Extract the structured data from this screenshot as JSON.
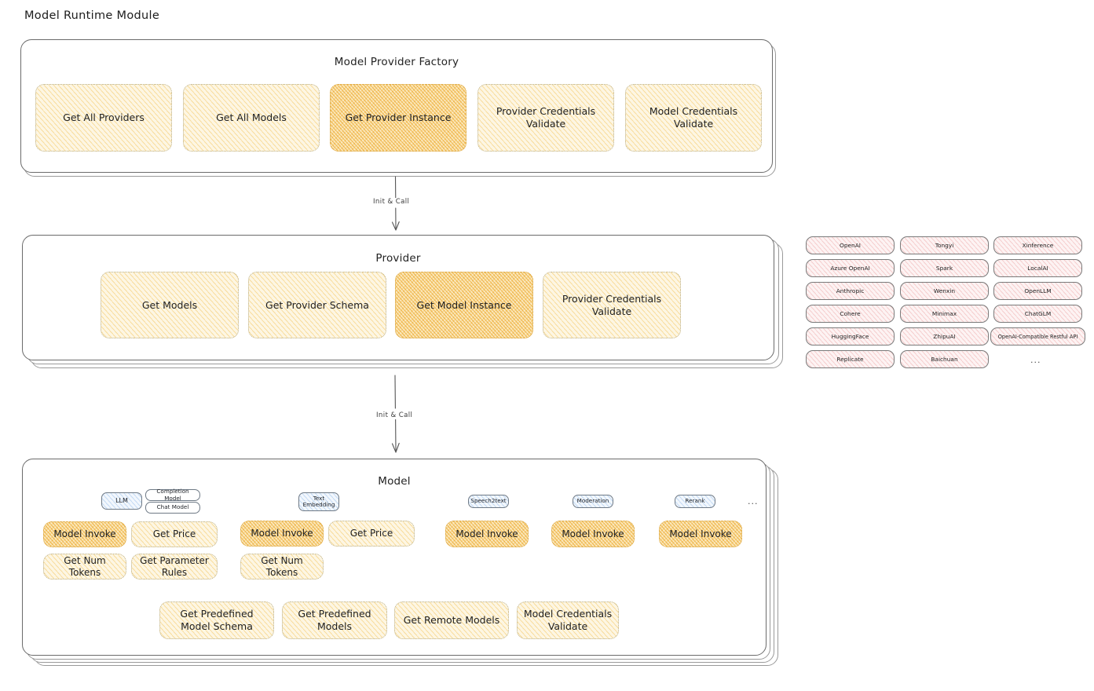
{
  "page": {
    "title": "Model Runtime Module"
  },
  "colors": {
    "accent_yellow": "#fdf6e3",
    "accent_yellow_strong": "#fbe9bf",
    "accent_pink": "#fdf3f3",
    "accent_blue": "#f2f7fd",
    "stroke": "#6b6b6b"
  },
  "factory": {
    "title": "Model Provider Factory",
    "boxes": [
      {
        "label": "Get All Providers",
        "highlight": false
      },
      {
        "label": "Get All Models",
        "highlight": false
      },
      {
        "label": "Get Provider Instance",
        "highlight": true
      },
      {
        "label": "Provider Credentials Validate",
        "highlight": false
      },
      {
        "label": "Model Credentials Validate",
        "highlight": false
      }
    ]
  },
  "arrows": [
    {
      "label": "Init & Call"
    },
    {
      "label": "Init & Call"
    }
  ],
  "provider": {
    "title": "Provider",
    "boxes": [
      {
        "label": "Get Models",
        "highlight": false
      },
      {
        "label": "Get Provider Schema",
        "highlight": false
      },
      {
        "label": "Get Model Instance",
        "highlight": true
      },
      {
        "label": "Provider Credentials Validate",
        "highlight": false
      }
    ]
  },
  "provider_list": {
    "columns": [
      {
        "items": [
          "OpenAI",
          "Azure OpenAI",
          "Anthropic",
          "Cohere",
          "HuggingFace",
          "Replicate"
        ]
      },
      {
        "items": [
          "Tongyi",
          "Spark",
          "Wenxin",
          "Minimax",
          "ZhipuAI",
          "Baichuan"
        ]
      },
      {
        "items": [
          "Xinference",
          "LocalAI",
          "OpenLLM",
          "ChatGLM",
          "OpenAI-Compatible Restful API"
        ]
      }
    ],
    "more": "..."
  },
  "model": {
    "title": "Model",
    "more": "...",
    "types": [
      {
        "name": "LLM",
        "subtags": [
          "Completion Model",
          "Chat Model"
        ],
        "methods": [
          {
            "label": "Model Invoke",
            "highlight": true
          },
          {
            "label": "Get Price",
            "highlight": false
          },
          {
            "label": "Get Num Tokens",
            "highlight": false
          },
          {
            "label": "Get Parameter Rules",
            "highlight": false
          }
        ]
      },
      {
        "name": "Text Embedding",
        "subtags": [],
        "methods": [
          {
            "label": "Model Invoke",
            "highlight": true
          },
          {
            "label": "Get Price",
            "highlight": false
          },
          {
            "label": "Get Num Tokens",
            "highlight": false
          }
        ]
      },
      {
        "name": "Speech2text",
        "subtags": [],
        "methods": [
          {
            "label": "Model Invoke",
            "highlight": true
          }
        ]
      },
      {
        "name": "Moderation",
        "subtags": [],
        "methods": [
          {
            "label": "Model Invoke",
            "highlight": true
          }
        ]
      },
      {
        "name": "Rerank",
        "subtags": [],
        "methods": [
          {
            "label": "Model Invoke",
            "highlight": true
          }
        ]
      }
    ],
    "common_methods": [
      {
        "label": "Get Predefined Model Schema"
      },
      {
        "label": "Get Predefined Models"
      },
      {
        "label": "Get Remote Models"
      },
      {
        "label": "Model Credentials Validate"
      }
    ]
  }
}
